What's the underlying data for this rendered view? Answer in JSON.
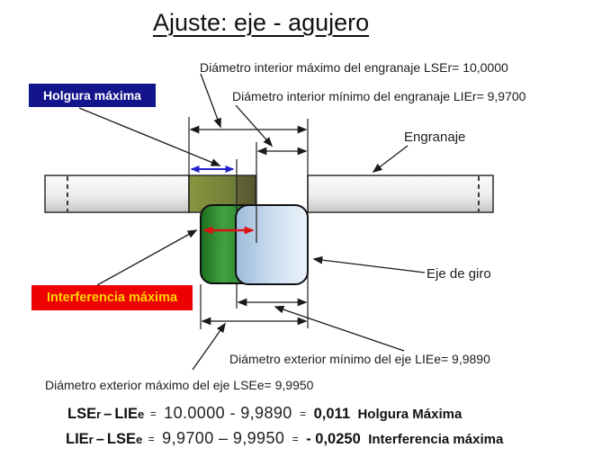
{
  "title": "Ajuste: eje - agujero",
  "labels": {
    "dia_int_max": "Diámetro interior máximo del engranaje LSEr= 10,0000",
    "dia_int_min": "Diámetro interior mínimo del engranaje LIEr= 9,9700",
    "holgura_box": "Holgura máxima",
    "engranaje": "Engranaje",
    "eje_de_giro": "Eje de giro",
    "interferencia_box": "Interferencia máxima",
    "dia_ext_min": "Diámetro exterior mínimo del eje LIEe= 9,9890",
    "dia_ext_max": "Diámetro exterior máximo del eje LSEe= 9,9950"
  },
  "values": {
    "LSEr": "10,0000",
    "LIEr": "9,9700",
    "LIEe": "9,9890",
    "LSEe": "9,9950",
    "holgura_maxima": "0,011",
    "interferencia_maxima": "- 0,0250"
  },
  "formulas": {
    "clearance": {
      "p1": "LSE",
      "p2": "r",
      "p3": "–",
      "p4": "LIE",
      "p5": "e",
      "p6": "=",
      "expr": "10.0000 - 9,9890",
      "p7": "=",
      "result": "0,011",
      "name": "Holgura Máxima"
    },
    "interference": {
      "p1": "LIE",
      "p2": "r",
      "p3": "–",
      "p4": "LSE",
      "p5": "e",
      "p6": "=",
      "expr": "9,9700 – 9,9950",
      "p7": "=",
      "result": "- 0,0250",
      "name": "Interferencia máxima"
    }
  },
  "colors": {
    "holgura_bg": "#14148c",
    "interferencia_bg": "#ee0000",
    "interferencia_text": "#ffd400",
    "clearance_arrow": "#2222cc",
    "interference_arrow": "#dd1111",
    "hole_zone": "#7d8c42",
    "shaft_max": "#3fa23f",
    "shaft_min": "#cfe0f1"
  }
}
